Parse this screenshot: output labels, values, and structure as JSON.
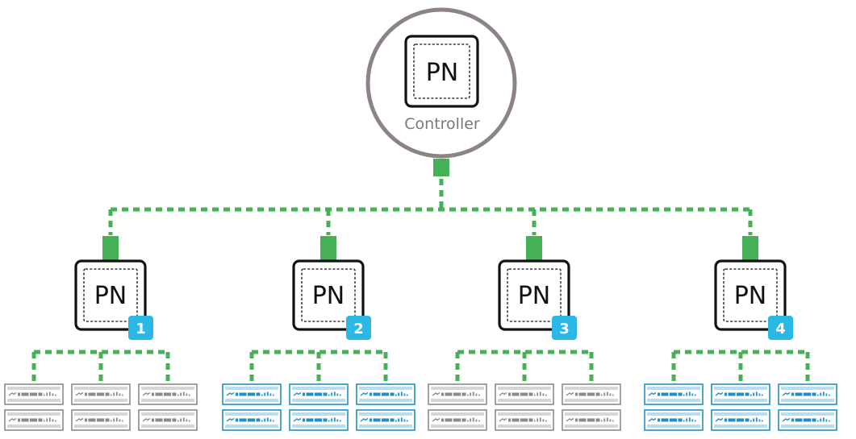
{
  "controller": {
    "label": "PN",
    "caption": "Controller"
  },
  "devices": [
    {
      "label": "PN",
      "badge": "1",
      "switch_color": "gray"
    },
    {
      "label": "PN",
      "badge": "2",
      "switch_color": "blue"
    },
    {
      "label": "PN",
      "badge": "3",
      "switch_color": "gray"
    },
    {
      "label": "PN",
      "badge": "4",
      "switch_color": "blue"
    }
  ],
  "switches_per_device": 6,
  "icons": {
    "controller": "controller-device-icon",
    "device": "pn-device-icon",
    "connector": "network-connector-icon",
    "switch": "network-switch-icon"
  },
  "colors": {
    "link": "#46b056",
    "controller_ring": "#8b8481",
    "badge": "#2bb8e6",
    "switch_gray": "#8a8a8a",
    "switch_blue": "#1f8fc4",
    "device_border": "#111111"
  }
}
